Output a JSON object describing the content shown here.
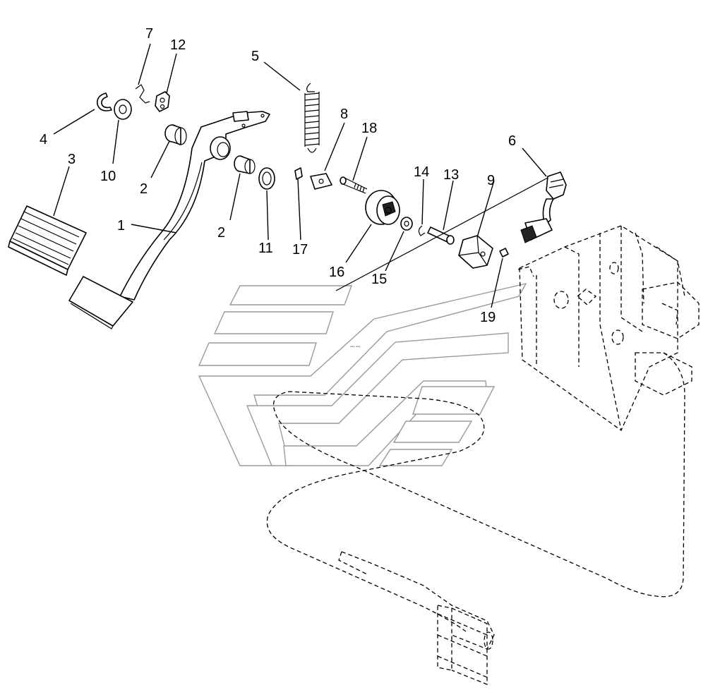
{
  "diagram": {
    "callouts": {
      "c1": "1",
      "c2a": "2",
      "c2b": "2",
      "c3": "3",
      "c4": "4",
      "c5": "5",
      "c6": "6",
      "c7": "7",
      "c8": "8",
      "c9": "9",
      "c10": "10",
      "c11": "11",
      "c12": "12",
      "c13": "13",
      "c14": "14",
      "c15": "15",
      "c16": "16",
      "c17": "17",
      "c18": "18",
      "c19": "19"
    },
    "watermark_text": "▪▪▪ ▪▪▪"
  }
}
